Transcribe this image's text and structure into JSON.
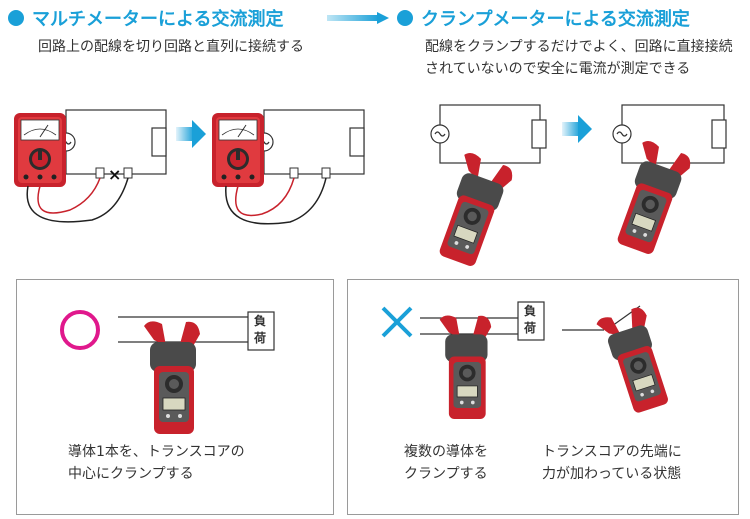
{
  "left": {
    "title": "マルチメーターによる交流測定",
    "description": "回路上の配線を切り回路と直列に接続する"
  },
  "right": {
    "title": "クランプメーターによる交流測定",
    "description": [
      "配線をクランプするだけでよく、回路に直接接続",
      "されていないので安全に電流が測定できる"
    ]
  },
  "good_panel": {
    "mark": "○",
    "load_label": [
      "負",
      "荷"
    ],
    "caption": [
      "導体1本を、トランスコアの",
      "中心にクランプする"
    ]
  },
  "bad_panel": {
    "mark": "×",
    "load_label": [
      "負",
      "荷"
    ],
    "caption_a": [
      "複数の導体を",
      "クランプする"
    ],
    "caption_b": [
      "トランスコアの先端に",
      "力が加わっている状態"
    ]
  },
  "colors": {
    "accent_blue": "#1aa0d8",
    "mark_good": "#e0188c",
    "mark_bad": "#1aa0d8",
    "meter_red": "#c8222c",
    "meter_gray": "#5a5a5a"
  }
}
